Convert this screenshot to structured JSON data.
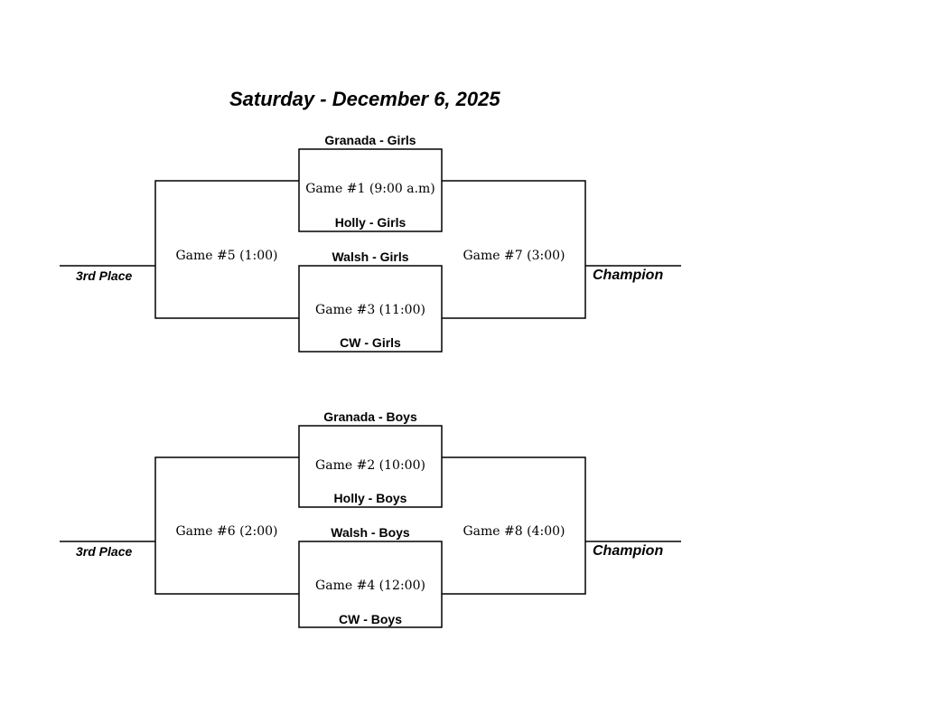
{
  "title": "Saturday - December 6, 2025",
  "brackets": [
    {
      "top_team_1": "Granada - Girls",
      "top_team_2": "Holly - Girls",
      "bottom_team_1": "Walsh - Girls",
      "bottom_team_2": "CW - Girls",
      "top_game": "Game #1 (9:00 a.m)",
      "bottom_game": "Game #3 (11:00)",
      "left_game": "Game #5 (1:00)",
      "right_game": "Game #7 (3:00)",
      "left_result": "3rd Place",
      "right_result": "Champion"
    },
    {
      "top_team_1": "Granada - Boys",
      "top_team_2": "Holly - Boys",
      "bottom_team_1": "Walsh - Boys",
      "bottom_team_2": "CW - Boys",
      "top_game": "Game #2 (10:00)",
      "bottom_game": "Game #4 (12:00)",
      "left_game": "Game #6 (2:00)",
      "right_game": "Game #8 (4:00)",
      "left_result": "3rd Place",
      "right_result": "Champion"
    }
  ]
}
